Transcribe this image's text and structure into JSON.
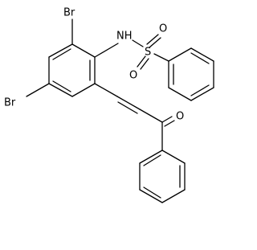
{
  "molecule": {
    "atoms": {
      "br_top": "Br",
      "br_left": "Br",
      "nh": "NH",
      "sulfur": "S",
      "o_upper": "O",
      "o_lower": "O",
      "o_ketone": "O"
    }
  }
}
